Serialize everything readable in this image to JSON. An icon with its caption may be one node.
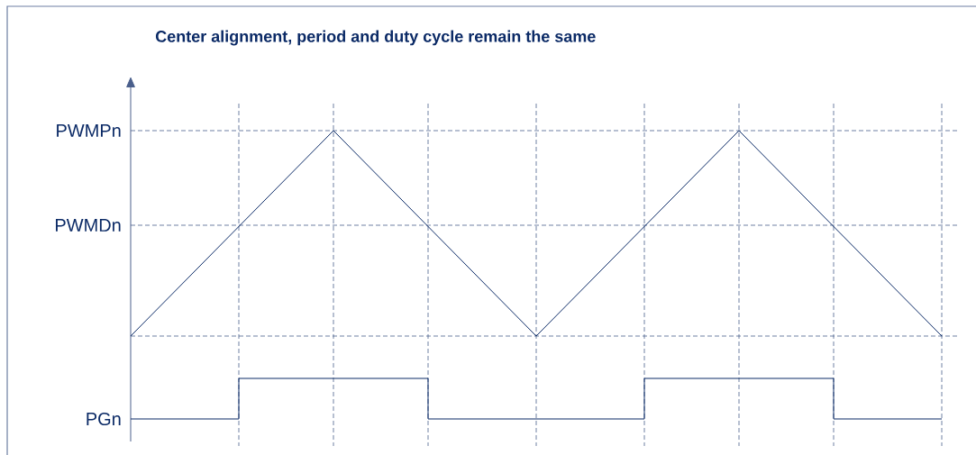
{
  "diagram": {
    "title": "Center alignment, period and duty cycle remain the same",
    "labels": [
      "PWMPn",
      "PWMDn",
      "PGn"
    ]
  }
}
